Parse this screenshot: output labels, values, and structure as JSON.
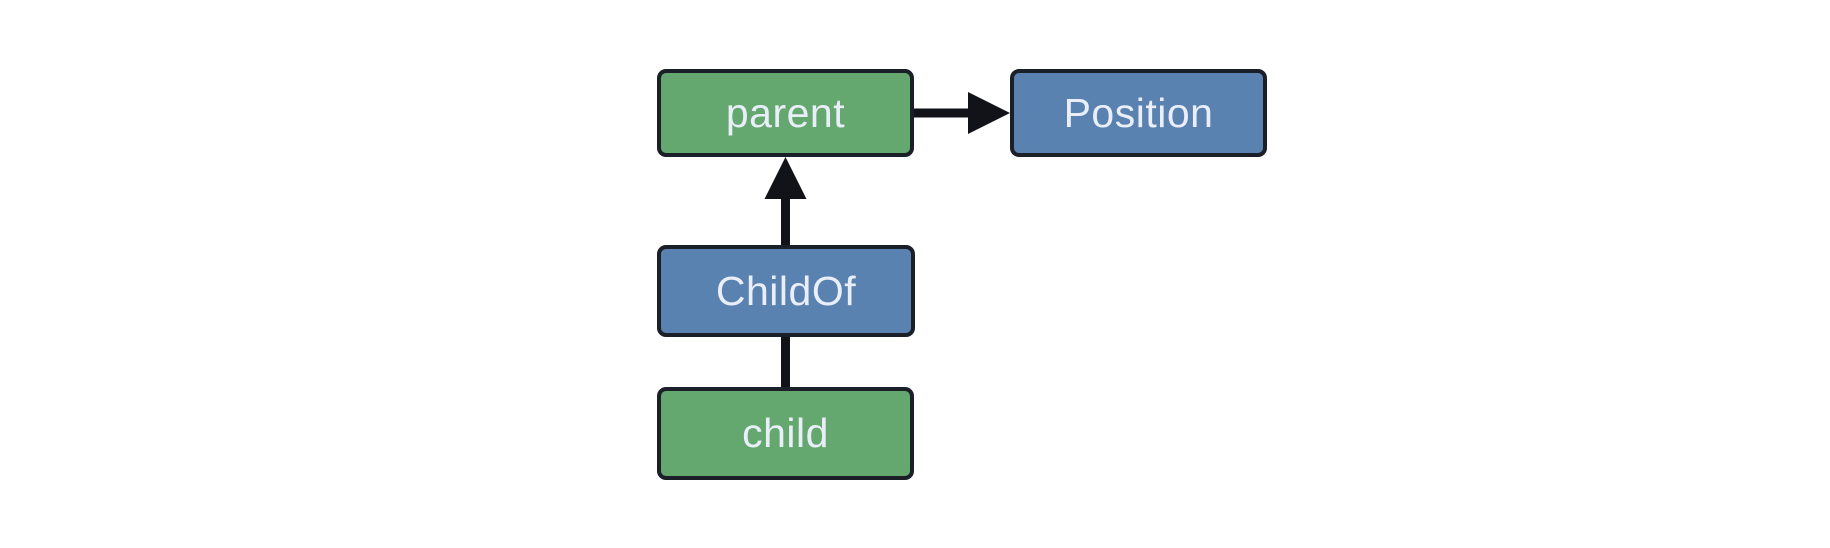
{
  "colors": {
    "background": "#ffffff",
    "entity-fill": "#65a86f",
    "component-fill": "#5a82b1",
    "node-border": "#1a1f28",
    "node-text": "#e9eef8",
    "edge-color": "#111318"
  },
  "nodes": {
    "parent": {
      "label": "parent",
      "fill": "#65a86f"
    },
    "position": {
      "label": "Position",
      "fill": "#5a82b1"
    },
    "childof": {
      "label": "ChildOf",
      "fill": "#5a82b1"
    },
    "child": {
      "label": "child",
      "fill": "#65a86f"
    }
  },
  "edges": [
    {
      "from": "parent",
      "to": "position",
      "direction": "right",
      "arrowhead": true
    },
    {
      "from": "childof",
      "to": "parent",
      "direction": "up",
      "arrowhead": true
    },
    {
      "from": "child",
      "to": "childof",
      "direction": "up",
      "arrowhead": false
    }
  ]
}
